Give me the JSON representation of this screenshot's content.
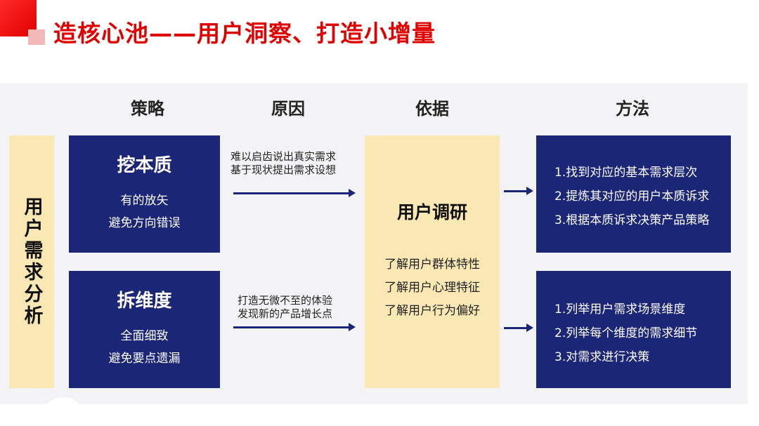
{
  "slide": {
    "title": "造核心池——用户洞察、打造小增量"
  },
  "headers": {
    "strategy": "策略",
    "reason": "原因",
    "basis": "依据",
    "method": "方法"
  },
  "left_label": "用户需求分析",
  "strategies": [
    {
      "title": "挖本质",
      "lines": [
        "有的放矢",
        "避免方向错误"
      ]
    },
    {
      "title": "拆维度",
      "lines": [
        "全面细致",
        "避免要点遗漏"
      ]
    }
  ],
  "reasons": [
    {
      "lines": [
        "难以启齿说出真实需求",
        "基于现状提出需求设想"
      ]
    },
    {
      "lines": [
        "打造无微不至的体验",
        "发现新的产品增长点"
      ]
    }
  ],
  "basis": {
    "title": "用户调研",
    "items": [
      "了解用户群体特性",
      "了解用户心理特征",
      "了解用户行为偏好"
    ]
  },
  "methods": [
    {
      "items": [
        "1.找到对应的基本需求层次",
        "2.提炼其对应的用户本质诉求",
        "3.根据本质诉求决策产品策略"
      ]
    },
    {
      "items": [
        "1.列举用户需求场景维度",
        "2.列举每个维度的需求细节",
        "3.对需求进行决策"
      ]
    }
  ],
  "colors": {
    "title_red": "#e00000",
    "navy": "#1c2677",
    "cream": "#f9e8b4",
    "panel_gray": "#f3f3f5"
  }
}
